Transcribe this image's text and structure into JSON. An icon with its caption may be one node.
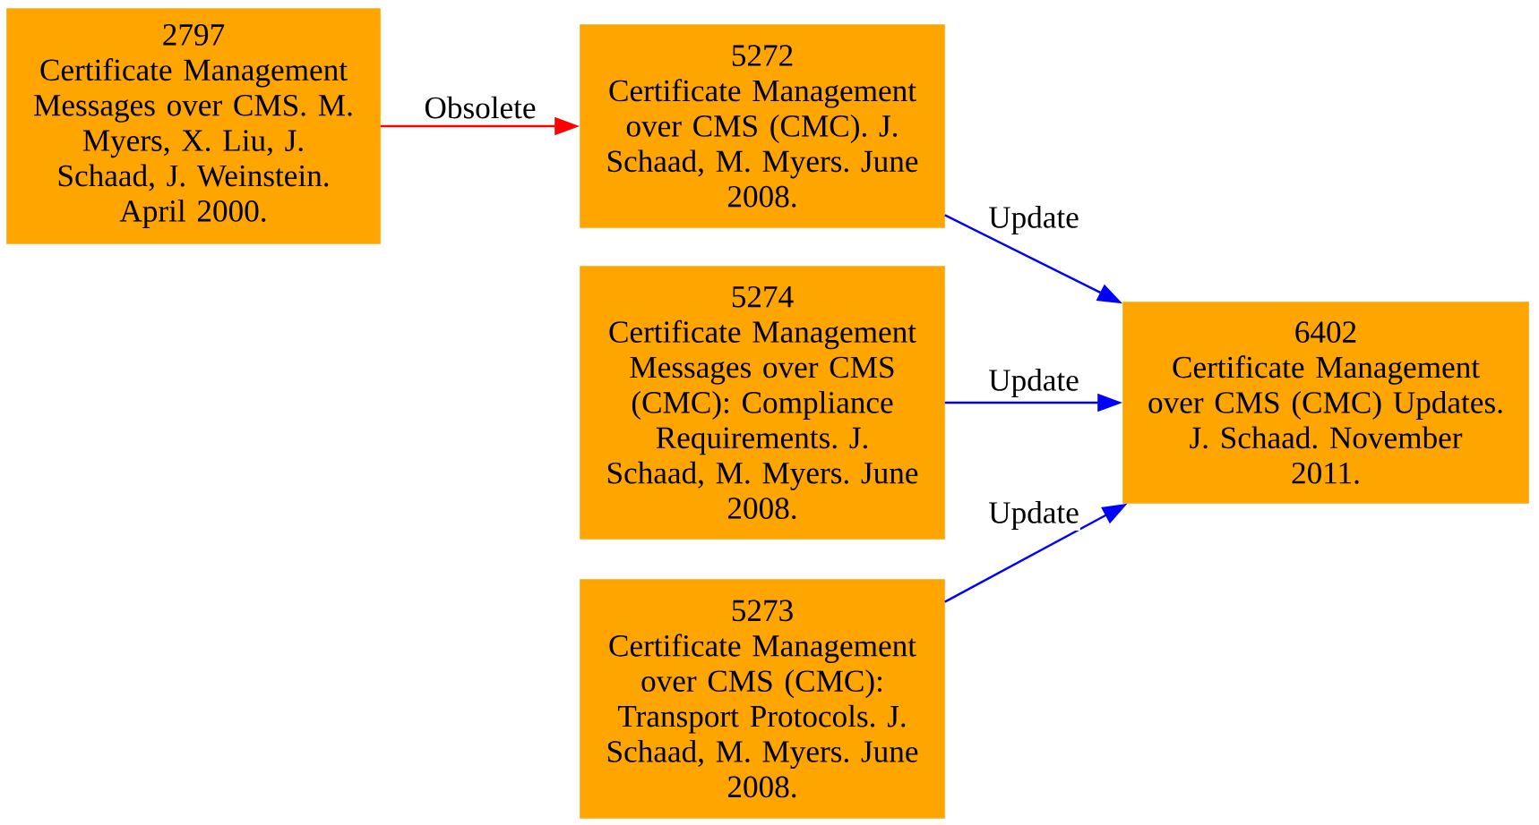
{
  "diagram": {
    "nodes": [
      {
        "text": [
          "2797",
          "Certificate Management Messages over CMS. M. Myers, X. Liu, J. Schaad, J. Weinstein. April 2000."
        ]
      },
      {
        "text": [
          "5272",
          "Certificate Management over CMS (CMC). J. Schaad, M. Myers. June 2008."
        ]
      },
      {
        "text": [
          "5274",
          "Certificate Management Messages over CMS (CMC): Compliance Requirements. J. Schaad, M. Myers. June 2008."
        ]
      },
      {
        "text": [
          "5273",
          "Certificate Management over CMS (CMC): Transport Protocols. J. Schaad, M. Myers. June 2008."
        ]
      },
      {
        "text": [
          "6402",
          "Certificate Management over CMS (CMC) Updates. J. Schaad. November 2011."
        ]
      }
    ],
    "edges": [
      {
        "from": 0,
        "to": 1,
        "arrow": "to",
        "label": "Obsolete",
        "color": "#ff0000"
      },
      {
        "from": 1,
        "to": 4,
        "arrow": "to",
        "label": "Update"
      },
      {
        "from": 2,
        "to": 4,
        "arrow": "to",
        "label": "Update"
      },
      {
        "from": 3,
        "to": 4,
        "arrow": "to",
        "label": "Update"
      }
    ]
  }
}
